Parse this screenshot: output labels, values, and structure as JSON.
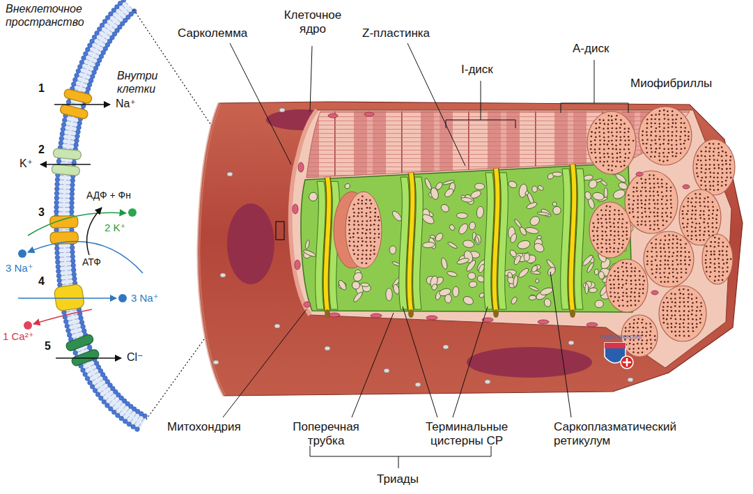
{
  "diagram": {
    "labels": [
      "Внеклеточное пространство",
      "Внутри клетки",
      "1",
      "Na⁺",
      "2",
      "K⁺",
      "АДФ + Фн",
      "3",
      "2 K⁺",
      "3 Na⁺",
      "АТФ",
      "4",
      "3 Na⁺",
      "1 Ca²⁺",
      "5",
      "Cl⁻",
      "Сарколемма",
      "Клеточное ядро",
      "Z-пластинка",
      "I-диск",
      "А-диск",
      "Миофибриллы",
      "Митохондрия",
      "Поперечная трубка",
      "Терминальные цистерны СР",
      "Саркоплазматический ретикулум",
      "Триады",
      "meduniver.com"
    ]
  }
}
